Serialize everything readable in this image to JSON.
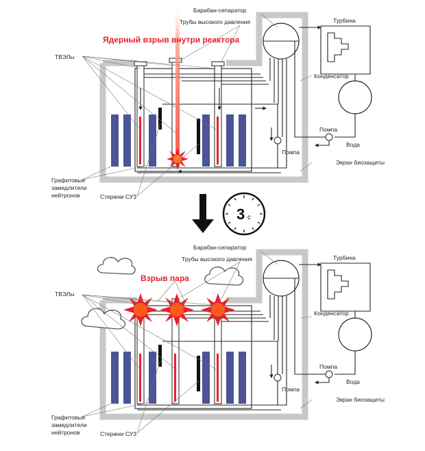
{
  "colors": {
    "moderator": "#4a5496",
    "wall": "#c8c8c8",
    "explosion": "#e8202a",
    "explosion_core": "#ff5a1a",
    "beam": "#ff8a7a",
    "pipe": "#222222"
  },
  "top": {
    "title": "Ядерный взрыв внутри реактора",
    "labels": {
      "drum_separator": "Барабан-сепаратор",
      "high_pressure_pipes": "Трубы высокого давления",
      "turbine": "Турбина",
      "fuel_rods": "ТВЭЛы",
      "condenser": "Конденсатор",
      "pump_right": "Помпа",
      "water": "Вода",
      "pump_center": "Помпа",
      "bioshield": "Экран биозащиты",
      "moderators_line1": "Графитовые",
      "moderators_line2": "замедлители",
      "moderators_line3": "нейтронов",
      "control_rods": "Стержни СУЗ"
    }
  },
  "timer": {
    "value": "3",
    "unit": "с"
  },
  "bottom": {
    "title": "Взрыв пара",
    "labels": {
      "drum_separator": "Барабан-сепаратор",
      "high_pressure_pipes": "Трубы высокого давления",
      "turbine": "Турбина",
      "fuel_rods": "ТВЭЛы",
      "condenser": "Конденсатор",
      "pump_right": "Помпа",
      "water": "Вода",
      "pump_center": "Помпа",
      "bioshield": "Экран биозащиты",
      "moderators_line1": "Графитовые",
      "moderators_line2": "замедлители",
      "moderators_line3": "нейтронов",
      "control_rods": "Стержни СУЗ"
    }
  }
}
